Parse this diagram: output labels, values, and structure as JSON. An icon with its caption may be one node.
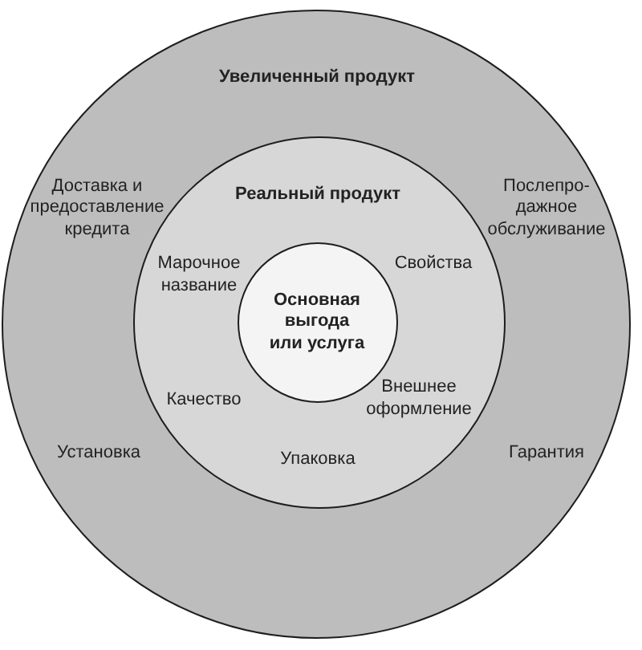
{
  "diagram": {
    "nodes": [
      {
        "text": [
          "Увеличенный продукт",
          "Доставка и предоставление кредита",
          "Послепро- дажное обслуживание",
          "Установка",
          "Гарантия"
        ]
      },
      {
        "text": [
          "Реальный продукт",
          "Марочное название",
          "Свойства",
          "Качество",
          "Внешнее оформление",
          "Упаковка"
        ],
        "in": 0
      },
      {
        "text": [
          "Основная выгода или услуга"
        ],
        "in": 1
      }
    ]
  }
}
